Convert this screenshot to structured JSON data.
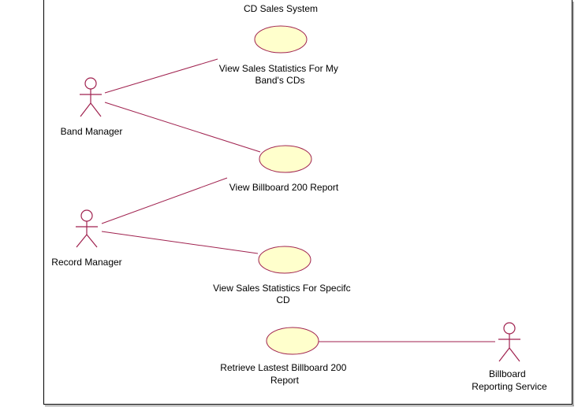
{
  "diagram": {
    "type": "uml-use-case",
    "system_title": "CD Sales System",
    "colors": {
      "line": "#a0224f",
      "usecase_fill": "#ffffcc",
      "usecase_stroke": "#a0224f",
      "boundary": "#000000",
      "text": "#000000",
      "background": "#ffffff"
    },
    "actors": [
      {
        "id": "band-manager",
        "label": "Band Manager",
        "icon": "stick-figure-icon"
      },
      {
        "id": "record-manager",
        "label": "Record Manager",
        "icon": "stick-figure-icon"
      },
      {
        "id": "billboard-reporting-service",
        "label_lines": [
          "Billboard",
          "Reporting Service"
        ],
        "icon": "stick-figure-icon"
      }
    ],
    "use_cases": [
      {
        "id": "view-sales-stats-my-band",
        "label_lines": [
          "View Sales Statistics For My",
          "Band's CDs"
        ]
      },
      {
        "id": "view-billboard-200",
        "label_lines": [
          "View Billboard 200 Report"
        ]
      },
      {
        "id": "view-sales-stats-specific-cd",
        "label_lines": [
          "View Sales Statistics For Specifc",
          "CD"
        ]
      },
      {
        "id": "retrieve-latest-billboard-200",
        "label_lines": [
          "Retrieve Lastest Billboard 200",
          "Report"
        ]
      }
    ],
    "associations": [
      {
        "from": "band-manager",
        "to": "view-sales-stats-my-band"
      },
      {
        "from": "band-manager",
        "to": "view-billboard-200"
      },
      {
        "from": "record-manager",
        "to": "view-billboard-200"
      },
      {
        "from": "record-manager",
        "to": "view-sales-stats-specific-cd"
      },
      {
        "from": "retrieve-latest-billboard-200",
        "to": "billboard-reporting-service"
      }
    ]
  }
}
